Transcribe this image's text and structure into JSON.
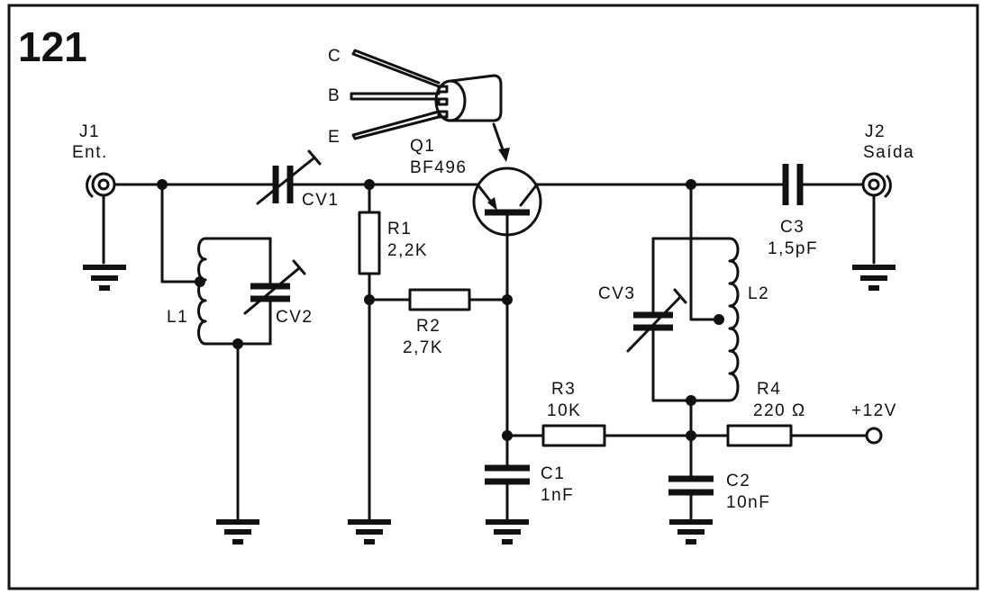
{
  "figure_number": "121",
  "labels": {
    "j1": "J1",
    "j1_sub": "Ent.",
    "j2": "J2",
    "j2_sub": "Saída",
    "cv1": "CV1",
    "cv2": "CV2",
    "cv3": "CV3",
    "l1": "L1",
    "l2": "L2",
    "q1": "Q1",
    "q1_part": "BF496",
    "r1": "R1",
    "r1_val": "2,2K",
    "r2": "R2",
    "r2_val": "2,7K",
    "r3": "R3",
    "r3_val": "10K",
    "r4": "R4",
    "r4_val": "220 Ω",
    "c1": "C1",
    "c1_val": "1nF",
    "c2": "C2",
    "c2_val": "10nF",
    "c3": "C3",
    "c3_val": "1,5pF",
    "supply": "+12V",
    "pin_c": "C",
    "pin_b": "B",
    "pin_e": "E"
  }
}
